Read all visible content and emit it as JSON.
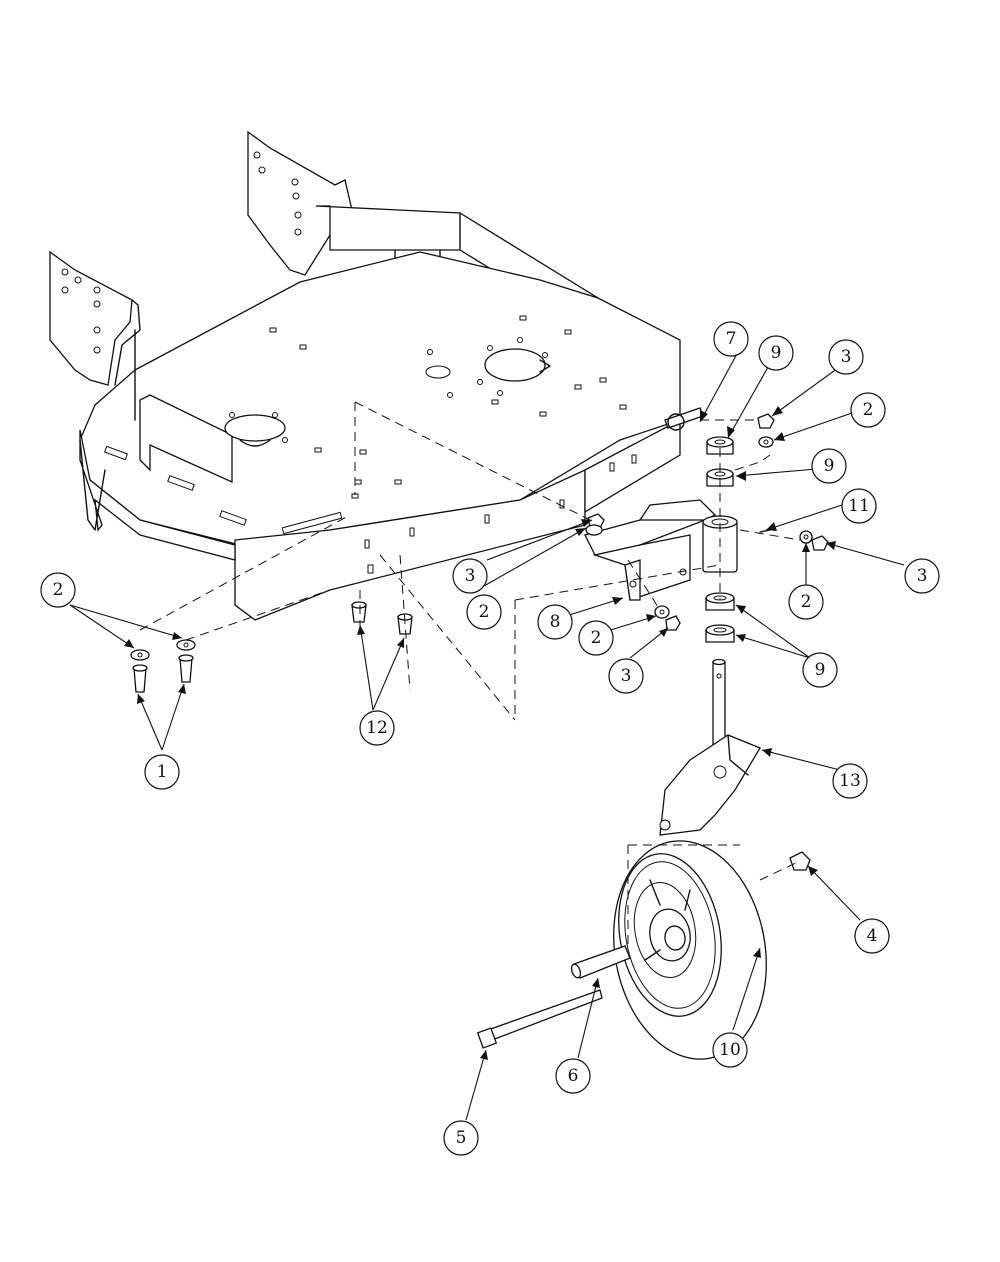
{
  "callouts": [
    {
      "id": "c1",
      "label": "1"
    },
    {
      "id": "c2a",
      "label": "2"
    },
    {
      "id": "c2b",
      "label": "2"
    },
    {
      "id": "c2c",
      "label": "2"
    },
    {
      "id": "c2d",
      "label": "2"
    },
    {
      "id": "c2e",
      "label": "2"
    },
    {
      "id": "c3a",
      "label": "3"
    },
    {
      "id": "c3b",
      "label": "3"
    },
    {
      "id": "c3c",
      "label": "3"
    },
    {
      "id": "c3d",
      "label": "3"
    },
    {
      "id": "c4",
      "label": "4"
    },
    {
      "id": "c5",
      "label": "5"
    },
    {
      "id": "c6",
      "label": "6"
    },
    {
      "id": "c7",
      "label": "7"
    },
    {
      "id": "c8",
      "label": "8"
    },
    {
      "id": "c9a",
      "label": "9"
    },
    {
      "id": "c9b",
      "label": "9"
    },
    {
      "id": "c9c",
      "label": "9"
    },
    {
      "id": "c10",
      "label": "10"
    },
    {
      "id": "c11",
      "label": "11"
    },
    {
      "id": "c12",
      "label": "12"
    },
    {
      "id": "c13",
      "label": "13"
    }
  ]
}
